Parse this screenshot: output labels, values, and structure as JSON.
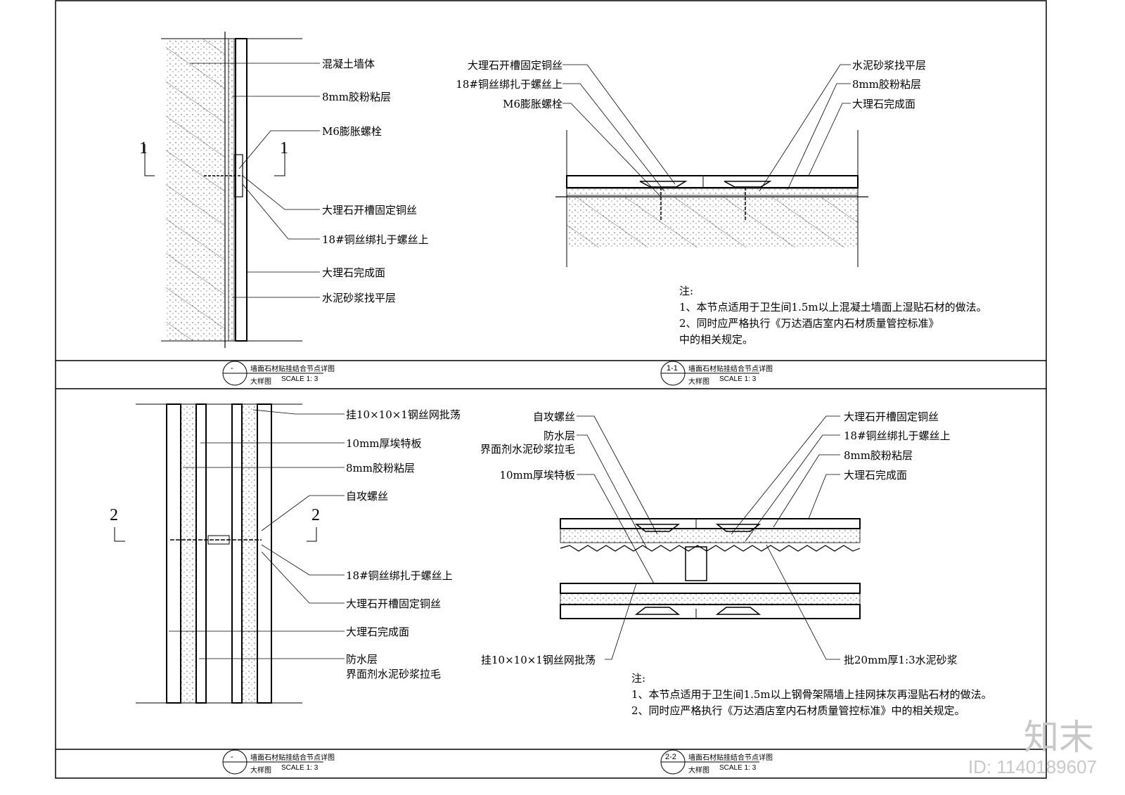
{
  "top_left": {
    "labels": [
      "混凝土墙体",
      "8mm胶粉粘层",
      "M6膨胀螺栓",
      "大理石开槽固定铜丝",
      "18#铜丝绑扎于螺丝上",
      "大理石完成面",
      "水泥砂浆找平层"
    ],
    "section_mark": "1"
  },
  "top_right": {
    "left_labels": [
      "大理石开槽固定铜丝",
      "18#铜丝绑扎于螺丝上",
      "M6膨胀螺栓"
    ],
    "right_labels": [
      "水泥砂浆找平层",
      "8mm胶粉粘层",
      "大理石完成面"
    ],
    "notes": [
      "注:",
      "1、本节点适用于卫生间1.5m以上混凝土墙面上湿贴石材的做法。",
      "2、同时应严格执行《万达酒店室内石材质量管控标准》",
      "中的相关规定。"
    ]
  },
  "bottom_left": {
    "labels": [
      "挂10×10×1钢丝网批荡",
      "10mm厚埃特板",
      "8mm胶粉粘层",
      "自攻螺丝",
      "18#铜丝绑扎于螺丝上",
      "大理石开槽固定铜丝",
      "大理石完成面",
      "防水层",
      "界面剂水泥砂浆拉毛"
    ],
    "section_mark": "2"
  },
  "bottom_right": {
    "left_labels": [
      "自攻螺丝",
      "防水层",
      "界面剂水泥砂浆拉毛",
      "10mm厚埃特板"
    ],
    "right_labels": [
      "大理石开槽固定铜丝",
      "18#铜丝绑扎于螺丝上",
      "8mm胶粉粘层",
      "大理石完成面"
    ],
    "bottom_left_label": "挂10×10×1钢丝网批荡",
    "bottom_right_label": "批20mm厚1:3水泥砂浆",
    "notes": [
      "注:",
      "1、本节点适用于卫生间1.5m以上钢骨架隔墙上挂网抹灰再湿贴石材的做法。",
      "2、同时应严格执行《万达酒店室内石材质量管控标准》中的相关规定。"
    ]
  },
  "title_blocks": [
    {
      "id": "-",
      "title": "墙面石材贴挂结合节点详图",
      "sub": "大样图",
      "scale": "SCALE  1: 3"
    },
    {
      "id": "1-1",
      "title": "墙面石材贴挂结合节点详图",
      "sub": "大样图",
      "scale": "SCALE  1: 3"
    },
    {
      "id": "-",
      "title": "墙面石材贴挂结合节点详图",
      "sub": "大样图",
      "scale": "SCALE  1: 3"
    },
    {
      "id": "2-2",
      "title": "墙面石材贴挂结合节点详图",
      "sub": "大样图",
      "scale": "SCALE  1: 3"
    }
  ],
  "watermark": {
    "brand": "知末",
    "id": "ID: 1140189607"
  }
}
